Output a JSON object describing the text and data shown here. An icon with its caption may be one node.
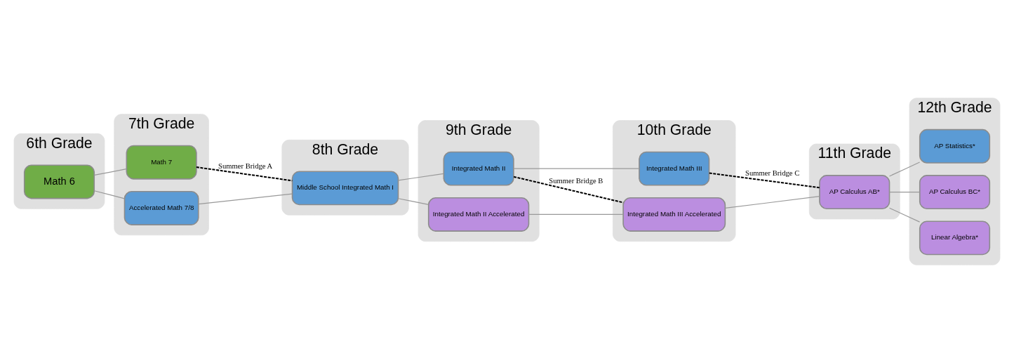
{
  "diagram": {
    "nodes": [
      {
        "text": [
          "6th Grade"
        ]
      },
      {
        "text": [
          "Math 6"
        ],
        "in": 0
      },
      {
        "text": [
          "7th Grade"
        ]
      },
      {
        "text": [
          "Math 7"
        ],
        "in": 2
      },
      {
        "text": [
          "Accelerated Math 7/8"
        ],
        "in": 2
      },
      {
        "text": [
          "8th Grade"
        ]
      },
      {
        "text": [
          "Middle School Integrated Math I"
        ],
        "in": 5
      },
      {
        "text": [
          "9th Grade"
        ]
      },
      {
        "text": [
          "Integrated Math II"
        ],
        "in": 7
      },
      {
        "text": [
          "Integrated Math II Accelerated"
        ],
        "in": 7
      },
      {
        "text": [
          "10th Grade"
        ]
      },
      {
        "text": [
          "Integrated Math III"
        ],
        "in": 10
      },
      {
        "text": [
          "Integrated Math III Accelerated"
        ],
        "in": 10
      },
      {
        "text": [
          "11th Grade"
        ]
      },
      {
        "text": [
          "AP Calculus AB*"
        ],
        "in": 13
      },
      {
        "text": [
          "12th Grade"
        ]
      },
      {
        "text": [
          "AP Statistics*"
        ],
        "in": 15
      },
      {
        "text": [
          "AP Calculus BC*"
        ],
        "in": 15
      },
      {
        "text": [
          "Linear Algebra*"
        ],
        "in": 15
      }
    ],
    "edges": [
      {
        "from": 1,
        "to": 3,
        "arrow": "none"
      },
      {
        "from": 1,
        "to": 4,
        "arrow": "none"
      },
      {
        "from": 3,
        "to": 6,
        "arrow": "none",
        "label": "Summer Bridge A",
        "style": "dashed",
        "color": "#000000"
      },
      {
        "from": 4,
        "to": 6,
        "arrow": "none"
      },
      {
        "from": 6,
        "to": 8,
        "arrow": "none"
      },
      {
        "from": 6,
        "to": 9,
        "arrow": "none"
      },
      {
        "from": 8,
        "to": 11,
        "arrow": "none"
      },
      {
        "from": 8,
        "to": 12,
        "arrow": "none",
        "label": "Summer Bridge B",
        "style": "dashed",
        "color": "#000000"
      },
      {
        "from": 9,
        "to": 12,
        "arrow": "none"
      },
      {
        "from": 11,
        "to": 14,
        "arrow": "none",
        "label": "Summer Bridge C",
        "style": "dashed",
        "color": "#000000"
      },
      {
        "from": 12,
        "to": 14,
        "arrow": "none"
      },
      {
        "from": 14,
        "to": 16,
        "arrow": "none"
      },
      {
        "from": 14,
        "to": 17,
        "arrow": "none"
      },
      {
        "from": 14,
        "to": 18,
        "arrow": "none"
      }
    ]
  }
}
